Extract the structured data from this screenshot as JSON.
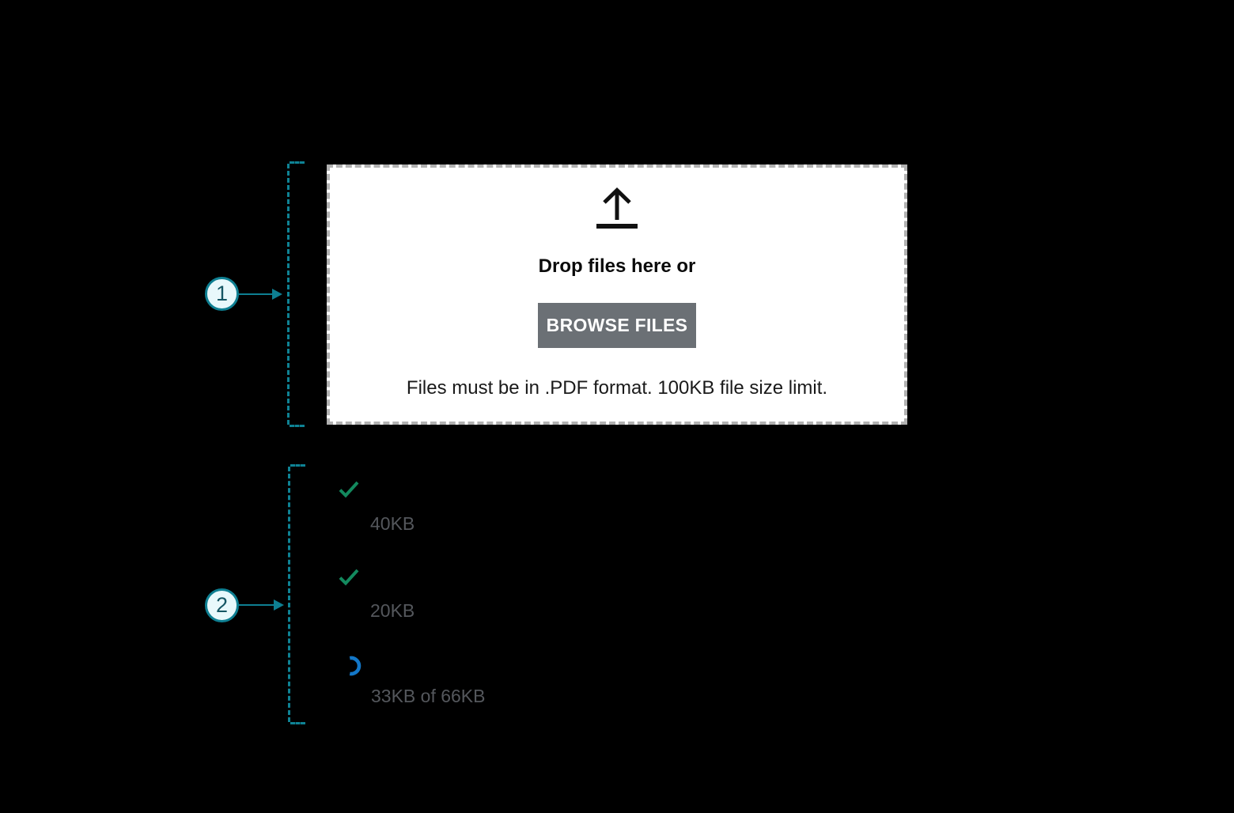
{
  "annotations": {
    "accent_color": "#0e7f92",
    "callout1": {
      "number": "1"
    },
    "callout2": {
      "number": "2"
    }
  },
  "dropzone": {
    "heading": "Drop files here or",
    "browse_button_label": "BROWSE FILES",
    "helper_text": "Files must be in .PDF format. 100KB file size limit.",
    "upload_icon": "upload-arrow-icon",
    "colors": {
      "background": "#ffffff",
      "dashed_border": "#b1b1b1",
      "button_background": "#6b7075",
      "button_text": "#ffffff",
      "text": "#0b0b0b"
    }
  },
  "file_list": {
    "items": [
      {
        "status": "uploaded",
        "icon": "check-icon",
        "size_label": "40KB"
      },
      {
        "status": "uploaded",
        "icon": "check-icon",
        "size_label": "20KB"
      },
      {
        "status": "uploading",
        "icon": "spinner-icon",
        "size_label": "33KB of 66KB"
      }
    ],
    "colors": {
      "success_check": "#13895e",
      "progress_spinner": "#1377c8",
      "label_text": "#54575c"
    }
  }
}
